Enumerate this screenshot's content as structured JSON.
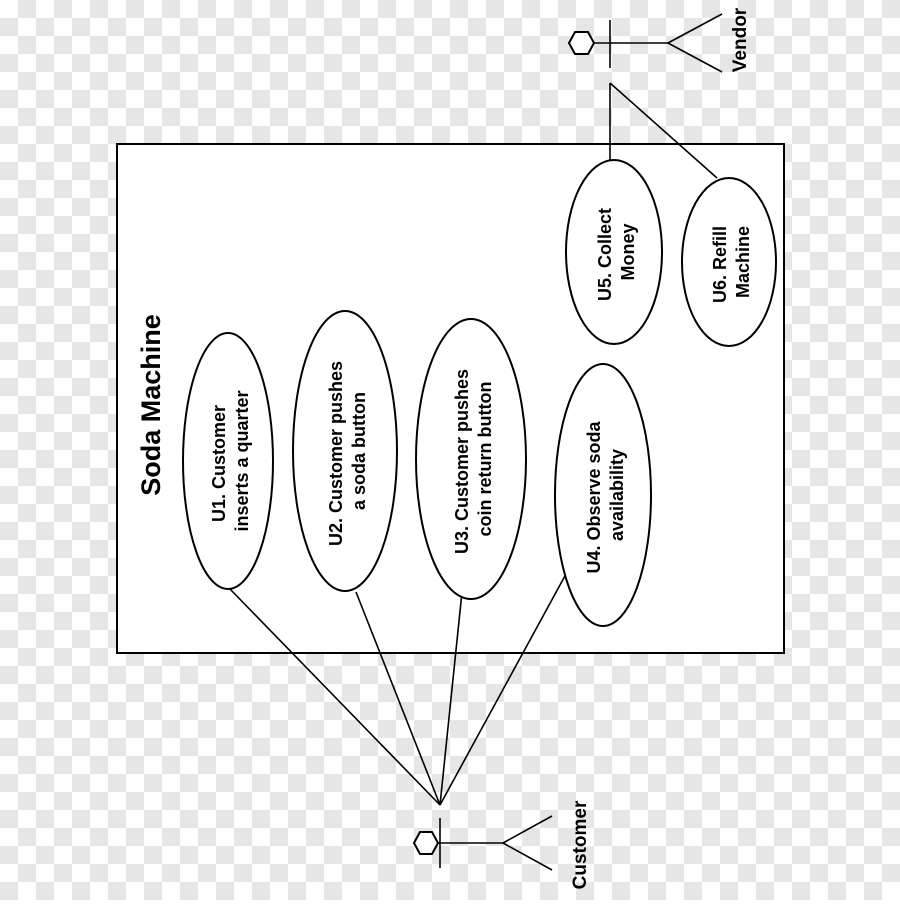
{
  "system": {
    "title": "Soda Machine"
  },
  "actors": {
    "customer": {
      "label": "Customer"
    },
    "vendor": {
      "label": "Vendor"
    }
  },
  "use_cases": [
    {
      "id": "U1",
      "lines": [
        "U1. Customer",
        "inserts a quarter"
      ]
    },
    {
      "id": "U2",
      "lines": [
        "U2. Customer pushes",
        "a soda button"
      ]
    },
    {
      "id": "U3",
      "lines": [
        "U3. Customer pushes",
        "coin return button"
      ]
    },
    {
      "id": "U4",
      "lines": [
        "U4. Observe soda",
        "availability"
      ]
    },
    {
      "id": "U5",
      "lines": [
        "U5. Collect",
        "Money"
      ]
    },
    {
      "id": "U6",
      "lines": [
        "U6. Refill",
        "Machine"
      ]
    }
  ],
  "colors": {
    "background_check_light": "#ffffff",
    "background_check_dark": "#e6e6e6",
    "ink": "#000000"
  }
}
